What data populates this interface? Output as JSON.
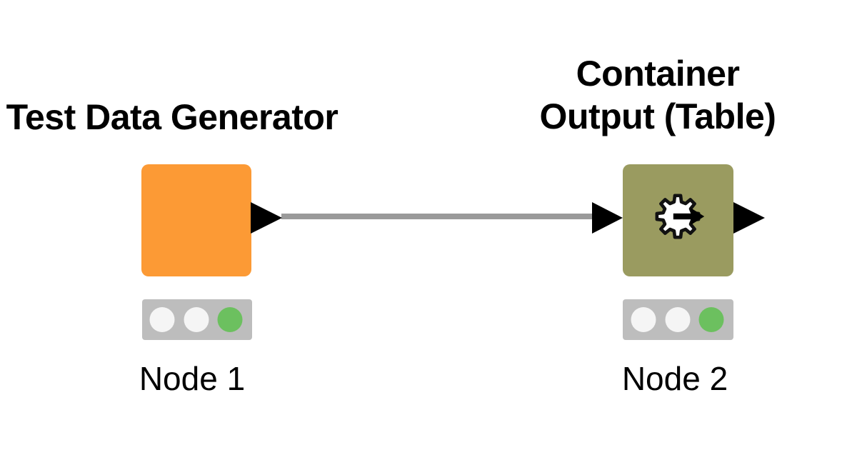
{
  "workflow": {
    "nodes": [
      {
        "name": "Test Data Generator",
        "name_lines": [
          "Test Data Generator"
        ],
        "label": "Node 1",
        "color": "#FC9A35",
        "icon": "none",
        "status_lights": [
          "off",
          "off",
          "green"
        ]
      },
      {
        "name": "Container Output (Table)",
        "name_lines": [
          "Container",
          "Output (Table)"
        ],
        "label": "Node 2",
        "color": "#9A9B60",
        "icon": "gear-arrow-icon",
        "status_lights": [
          "off",
          "off",
          "green"
        ]
      }
    ],
    "connection": {
      "from": "Test Data Generator",
      "to": "Container Output (Table)"
    }
  },
  "colors": {
    "background": "#ffffff",
    "node1_fill": "#FC9A35",
    "node2_fill": "#9A9B60",
    "port": "#000000",
    "connection": "#9A9A9A",
    "traffic_bar": "#BDBDBD",
    "light_off": "#F5F5F5",
    "light_green": "#6CC05F",
    "text": "#000000",
    "icon_fill": "#ffffff",
    "icon_stroke": "#111111"
  }
}
